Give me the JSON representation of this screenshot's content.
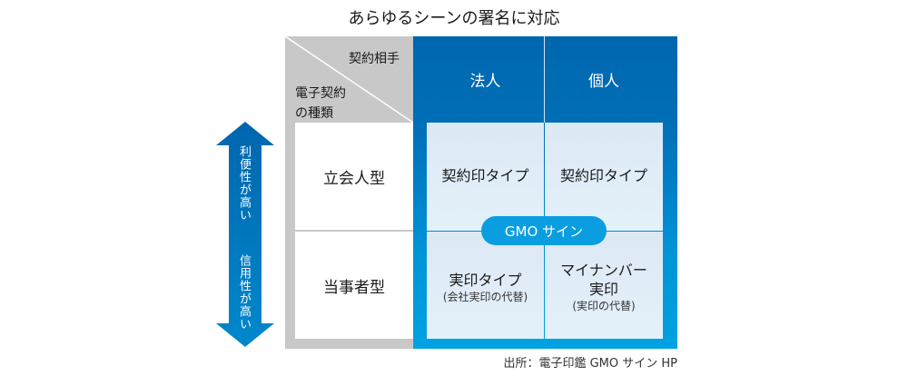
{
  "title": "あらゆるシーンの署名に対応",
  "corner": {
    "top_label": "契約相手",
    "bottom_label_1": "電子契約",
    "bottom_label_2": "の種類"
  },
  "columns": [
    "法人",
    "個人"
  ],
  "rows": [
    {
      "label": "立会人型",
      "cells": [
        {
          "main": "契約印タイプ"
        },
        {
          "main": "契約印タイプ"
        }
      ]
    },
    {
      "label": "当事者型",
      "cells": [
        {
          "main": "実印タイプ",
          "sub": "(会社実印の代替)"
        },
        {
          "main": "マイナンバー",
          "main2": "実印",
          "sub": "(実印の代替)"
        }
      ]
    }
  ],
  "badge": "GMO サイン",
  "arrow": {
    "up_label": "利便性が高い",
    "down_label": "信用性が高い"
  },
  "source": "出所：電子印鑑 GMO サイン HP",
  "colors": {
    "blue_top": "#0066ae",
    "blue_bottom": "#00a2e2",
    "gray": "#c8c8c8",
    "badge": "#0a9ee0"
  }
}
